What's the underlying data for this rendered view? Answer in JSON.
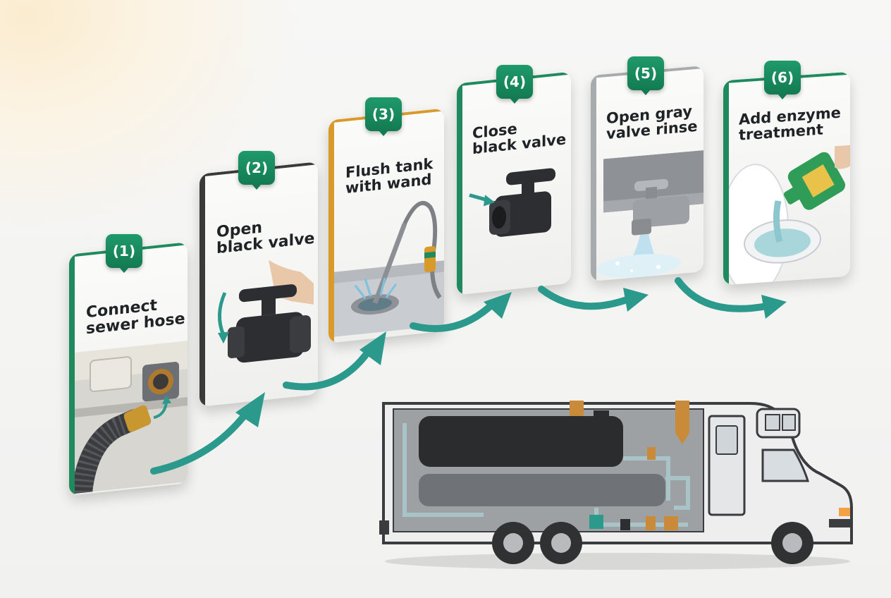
{
  "steps": [
    {
      "number": "(1)",
      "label_lines": [
        "Connect",
        "sewer hose"
      ],
      "accent": "#1f8a5e"
    },
    {
      "number": "(2)",
      "label_lines": [
        "Open",
        "black valve"
      ],
      "accent": "#3a3a3a"
    },
    {
      "number": "(3)",
      "label_lines": [
        "Flush tank",
        "with wand"
      ],
      "accent": "#d99a2b"
    },
    {
      "number": "(4)",
      "label_lines": [
        "Close",
        "black valve"
      ],
      "accent": "#1f8a5e"
    },
    {
      "number": "(5)",
      "label_lines": [
        "Open gray",
        "valve rinse"
      ],
      "accent": "#a8abae"
    },
    {
      "number": "(6)",
      "label_lines": [
        "Add enzyme",
        "treatment"
      ],
      "accent": "#1f8a5e"
    }
  ],
  "colors": {
    "badge": "#1b8a5e",
    "arrow": "#2b9a8c",
    "valve_black": "#2c2e31",
    "tank_black": "#2a2c2e",
    "tank_gray": "#6f7377",
    "pipe": "#a9c4c8",
    "brass": "#c98a3a"
  },
  "icons": [
    "sewer-hose-icon",
    "valve-handle-icon",
    "flush-wand-icon",
    "closed-valve-icon",
    "gray-valve-icon",
    "enzyme-bottle-icon",
    "rv-cutaway-icon"
  ]
}
